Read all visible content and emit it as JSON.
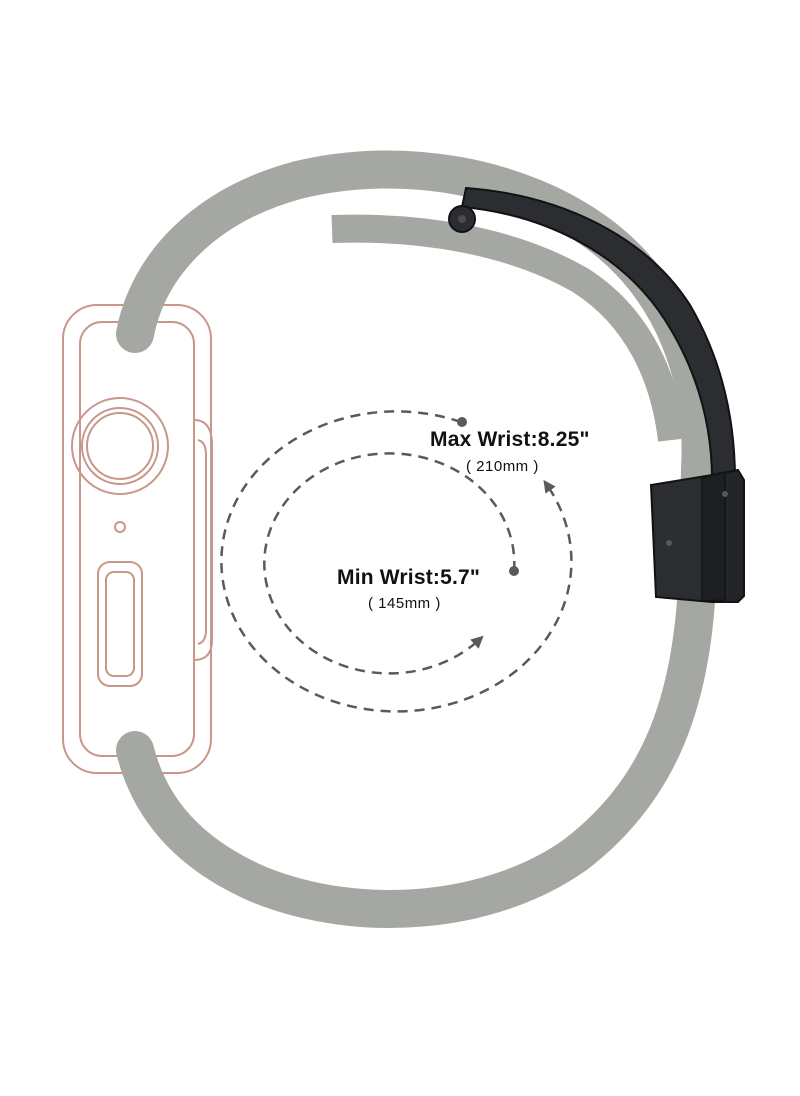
{
  "max_wrist": {
    "label": "Max Wrist:8.25\"",
    "metric": "( 210mm )"
  },
  "min_wrist": {
    "label": "Min Wrist:5.7\"",
    "metric": "( 145mm )"
  },
  "colors": {
    "band": "#a5a8a2",
    "clasp": "#2b2d31",
    "clasp_edge": "#111214",
    "watch_outline": "#c9968a",
    "dashed_arrow": "#5a5a5a",
    "text": "#111111"
  },
  "icons": {
    "watch": "smartwatch-outline-icon",
    "clasp": "magnetic-buckle-icon",
    "arrow": "dashed-circular-arrow-icon"
  }
}
